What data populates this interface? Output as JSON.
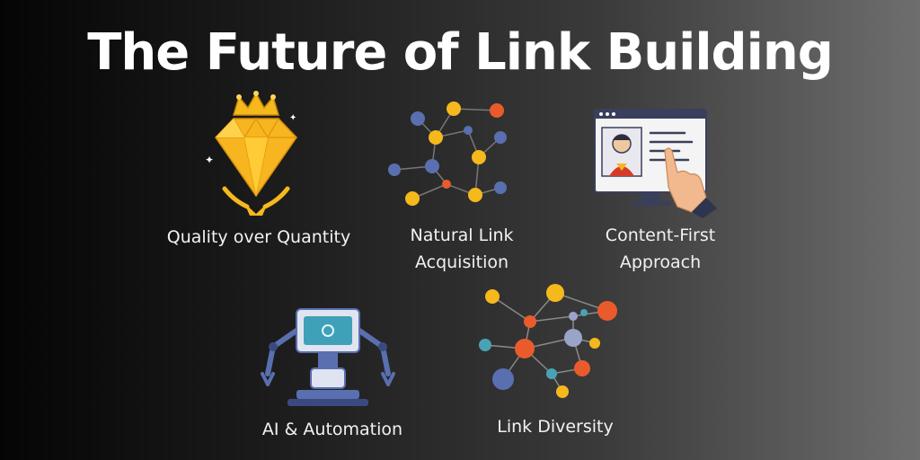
{
  "header": {
    "title": "The Future of Link Building"
  },
  "features": [
    {
      "label": "Quality over Quantity",
      "icon": "diamond-crown-icon"
    },
    {
      "label": "Natural Link\nAcquisition",
      "icon": "network-nodes-icon"
    },
    {
      "label": "Content-First\nApproach",
      "icon": "content-screen-touch-icon"
    },
    {
      "label": "AI & Automation",
      "icon": "robot-arm-icon"
    },
    {
      "label": "Link Diversity",
      "icon": "colorful-network-icon"
    }
  ],
  "colors": {
    "gold": "#f5b91c",
    "blue": "#5a6fb0",
    "orange": "#ea5b2c",
    "teal": "#4aa3b5"
  }
}
